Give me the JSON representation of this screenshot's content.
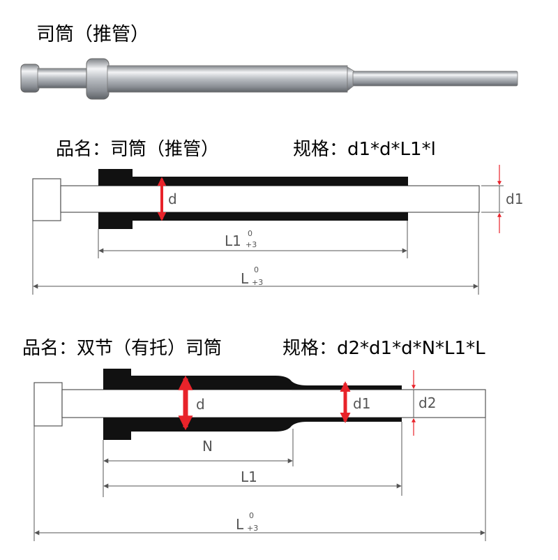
{
  "photo": {
    "caption": "司筒（推管）"
  },
  "diagram1": {
    "name_label": "品名：司筒（推管）",
    "spec_label": "规格：d1*d*L1*l",
    "labels": {
      "d": "d",
      "d1": "d1",
      "L1": "L1",
      "L1_tol_upper": "0",
      "L1_tol_lower": "+3",
      "L": "L",
      "L_tol_upper": "0",
      "L_tol_lower": "+3"
    }
  },
  "diagram2": {
    "name_label": "品名：双节（有托）司筒",
    "spec_label": "规格：d2*d1*d*N*L1*L",
    "labels": {
      "d": "d",
      "d1": "d1",
      "d2": "d2",
      "N": "N",
      "L1": "L1",
      "L": "L",
      "L_tol_upper": "0",
      "L_tol_lower": "+3"
    }
  },
  "colors": {
    "sleeve": "#111111",
    "outline": "#555555",
    "arrow_red": "#e8232a",
    "metal_light": "#e9ebee",
    "metal_dark": "#8a8e94"
  }
}
